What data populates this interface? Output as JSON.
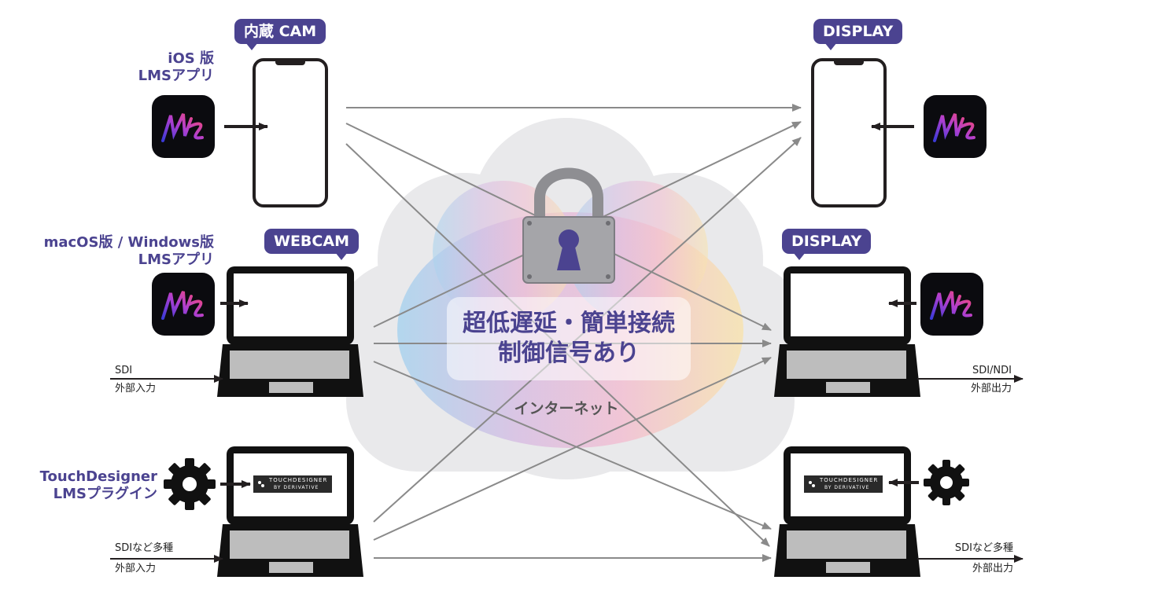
{
  "colors": {
    "accent": "#4b4390",
    "arrow": "#8a8a8a",
    "device": "#111111",
    "cloud": "#e8e8ea",
    "lock": "#a2a2a6"
  },
  "bubbles": {
    "cam": "内蔵 CAM",
    "display_top": "DISPLAY",
    "webcam": "WEBCAM",
    "display_mid": "DISPLAY"
  },
  "labels": {
    "ios": [
      "iOS 版",
      "LMSアプリ"
    ],
    "mac": [
      "macOS版 / Windows版",
      "LMSアプリ"
    ],
    "touch": [
      "TouchDesigner",
      "LMSプラグイン"
    ]
  },
  "center": {
    "line1": "超低遅延・簡単接続",
    "line2": "制御信号あり",
    "internet": "インターネット"
  },
  "io": {
    "left_mid": [
      "SDI",
      "外部入力"
    ],
    "right_mid": [
      "SDI/NDI",
      "外部出力"
    ],
    "left_bottom": [
      "SDIなど多種",
      "外部入力"
    ],
    "right_bottom": [
      "SDIなど多種",
      "外部出力"
    ]
  },
  "touchdesigner_screen": {
    "line1": "TOUCHDESIGNER",
    "line2": "BY DERIVATIVE"
  },
  "icons": {
    "app_icon": "lms-app-icon",
    "plugin_icon": "gear-icon",
    "security_icon": "lock-icon",
    "network_icon": "cloud-icon"
  }
}
